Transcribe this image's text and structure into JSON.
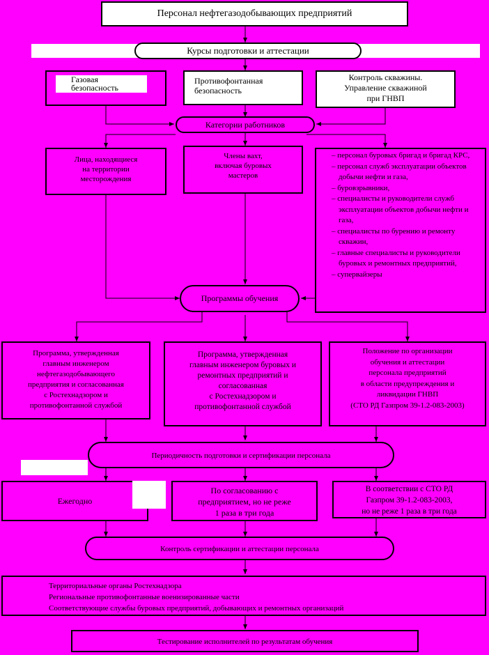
{
  "colors": {
    "background": "#ff00ff",
    "line": "#000000",
    "panel": "#ffffff"
  },
  "title": "Персонал нефтегазодобывающих предприятий",
  "courses": "Курсы подготовки и аттестации",
  "course_types": [
    [
      "Газовая",
      "безопасность"
    ],
    [
      "Противофонтанная",
      "безопасность"
    ],
    [
      "Контроль скважины.",
      "Управление скважиной",
      "при ГНВП"
    ]
  ],
  "categories_header": "Категории работников",
  "categories": [
    [
      "Лица, находящиеся",
      "на территории",
      "месторождения"
    ],
    [
      "Члены вахт,",
      "включая буровых",
      "мастеров"
    ]
  ],
  "category_list": [
    "персонал буровых бригад и бригад КРС,",
    "персонал служб эксплуатации объектов добычи нефти и газа,",
    "буровзрывники,",
    "специалисты и руководители служб эксплуатации объектов добычи нефти и газа,",
    "специалисты по бурению и ремонту скважин,",
    "главные специалисты и руководители буровых и ремонтных предприятий,",
    "супервайзеры"
  ],
  "programs_header": "Программы обучения",
  "programs": [
    [
      "Программа, утвержденная",
      "главным инженером",
      "нефтегазодобывающего",
      "предприятия и согласованная",
      "с Ростехнадзором и",
      "противофонтанной службой"
    ],
    [
      "Программа, утвержденная",
      "главным инженером буровых и",
      "ремонтных предприятий и",
      "согласованная",
      "с Ростехнадзором и",
      "противофонтанной службой"
    ],
    [
      "Положение по организации",
      "обучения и аттестации",
      "персонала предприятий",
      "в области предупреждения и",
      "ликвидации ГНВП",
      "(СТО РД Газпром 39-1.2-083-2003)"
    ]
  ],
  "periodicity_header": "Периодичность подготовки и сертификации персонала",
  "periodicity": [
    [
      "Ежегодно"
    ],
    [
      "По согласованию с",
      "предприятием, но не реже",
      "1 раза в три года"
    ],
    [
      "В соответствии с СТО РД",
      "Газпром 39-1.2-083-2003,",
      "но не реже 1 раза в три года"
    ]
  ],
  "control_header": "Контроль сертификации и аттестации персонала",
  "control_list": [
    "Территориальные органы Ростехнадзора",
    "Региональные противофонтанные военизированные части",
    "Соответствующие службы буровых предприятий, добывающих и ремонтных организаций"
  ],
  "testing": "Тестирование исполнителей по результатам обучения"
}
